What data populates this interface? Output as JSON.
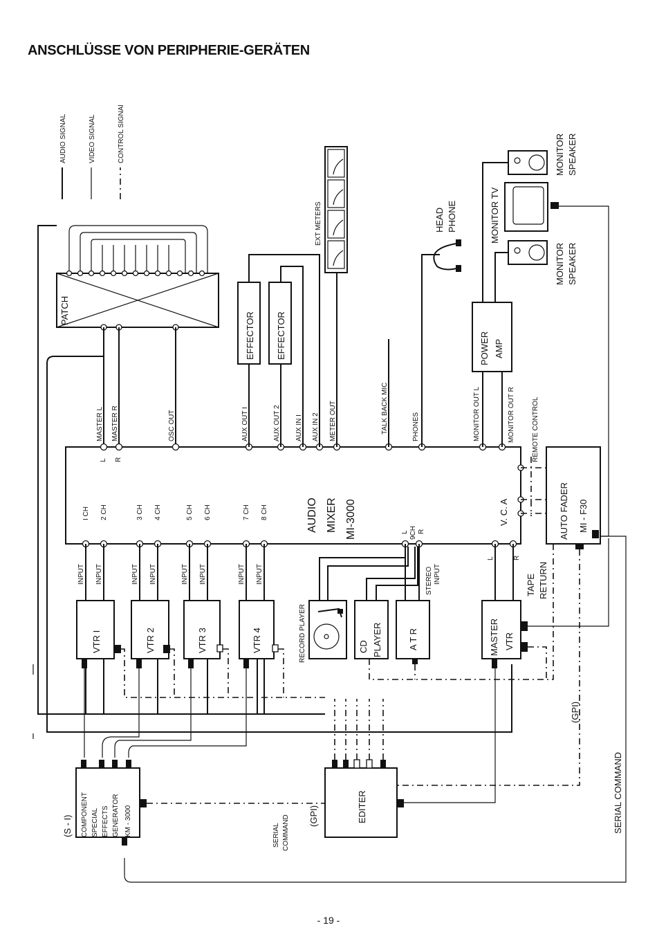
{
  "page": {
    "title": "ANSCHLÜSSE VON PERIPHERIE-GERÄTEN",
    "page_number": "- 19 -"
  },
  "legend": {
    "audio": "AUDIO SIGNAL",
    "video": "VIDEO SIGNAL",
    "control": "CONTROL SIGNAl"
  },
  "devices": {
    "patch": "PATCH",
    "effector1": "EFFECTOR",
    "effector2": "EFFECTOR",
    "ext_meters": "EXT METERS",
    "head_phone": [
      "HEAD",
      "PHONE"
    ],
    "monitor_speaker_top": [
      "MONITOR",
      "SPEAKER"
    ],
    "monitor_tv": "MONITOR TV",
    "monitor_speaker_bottom": [
      "MONITOR",
      "SPEAKER"
    ],
    "power_amp": [
      "POWER",
      "AMP"
    ],
    "mixer": [
      "AUDIO",
      "MIXER",
      "MI-3000"
    ],
    "vca": "V. C. A",
    "auto_fader": [
      "AUTO FADER",
      "MI - F30"
    ],
    "vtr1": "VTR I",
    "vtr2": "VTR 2",
    "vtr3": "VTR 3",
    "vtr4": "VTR 4",
    "record_player": "RECORD PLAYER",
    "cd_player": [
      "CD",
      "PLAYER"
    ],
    "atr": "A T R",
    "master_vtr": [
      "MASTER",
      "VTR"
    ],
    "km3000": [
      "COMPONENT",
      "SPECIAL",
      "EFFECTS",
      "GENERATOR",
      "KM - 3000"
    ],
    "s1": "(S - I)",
    "editer": "EDITER"
  },
  "mixer_top_labels": [
    "MASTER L",
    "MASTER R",
    "OSC OUT",
    "AUX OUT I",
    "AUX OUT 2",
    "AUX IN I",
    "AUX IN 2",
    "METER OUT",
    "TALK BACK MIC",
    "PHONES",
    "MONITOR OUT L",
    "MONITOR OUT R",
    "REMOTE CONTROL"
  ],
  "mixer_lr": [
    "L",
    "R"
  ],
  "mixer_channels": [
    "I CH",
    "2 CH",
    "3 CH",
    "4 CH",
    "5 CH",
    "6 CH",
    "7 CH",
    "8 CH"
  ],
  "ch9": [
    "L",
    "9CH",
    "R"
  ],
  "input_label": "INPUT",
  "stereo_input": [
    "STEREO",
    "INPUT"
  ],
  "tape_return": [
    "TAPE",
    "RETURN"
  ],
  "master_lr": [
    "L",
    "R"
  ],
  "annotations": {
    "gpi_right": "(GPI)",
    "serial_command_right": "SERIAL COMMAND",
    "serial_command_left": [
      "SERIAL",
      "COMMAND"
    ],
    "gpi_left": "(GPI)"
  }
}
